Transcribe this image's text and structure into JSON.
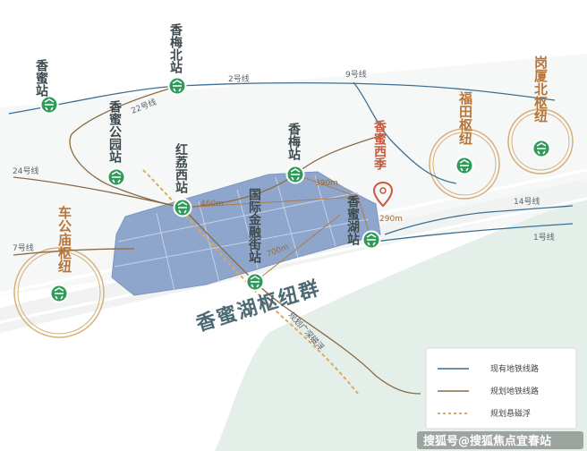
{
  "colors": {
    "existing_line": "#3d6f95",
    "planned_line": "#8a6a45",
    "maglev": "#e0a85a",
    "zone_fill": "#8fa6cc",
    "hub_ring": "#d6b07a",
    "land": "#eef2ef",
    "green": "#e2efe7",
    "station_green": "#2f9b59"
  },
  "stations": {
    "xiangmi": "香蜜站",
    "xiangmei_north": "香梅北站",
    "xiangmi_park": "香蜜公园站",
    "honglixi": "红荔西站",
    "xiangmei": "香梅站",
    "ifc": "国际金融街站",
    "xiangmihu": "香蜜湖站"
  },
  "hubs": {
    "futian": "福田枢纽",
    "gangxia_north": "岗厦北枢纽",
    "chegongmiao": "车公庙枢纽"
  },
  "lines": {
    "line2": "2号线",
    "line22": "22号线",
    "line9": "9号线",
    "line24": "24号线",
    "line7": "7号线",
    "line14": "14号线",
    "line1": "1号线"
  },
  "distances": {
    "d1": "390m",
    "d2": "290m",
    "d3": "700m",
    "d4": "460m"
  },
  "project": "香蜜西季",
  "cluster": "香蜜湖枢纽群",
  "maglev_label": "规划广深磁浮",
  "legend": {
    "existing": "现有地铁线路",
    "planned": "规划地铁线路",
    "maglev": "规划悬磁浮"
  },
  "watermark": "搜狐号@搜狐焦点宜春站"
}
